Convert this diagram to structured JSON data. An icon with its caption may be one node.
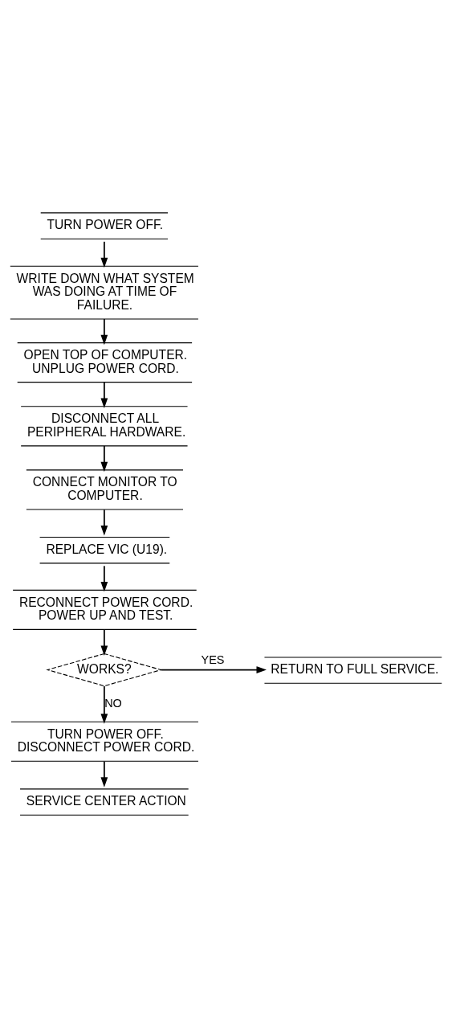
{
  "diagram": {
    "nodes": [
      {
        "text": [
          "TURN POWER OFF."
        ]
      },
      {
        "text": [
          "WRITE DOWN WHAT SYSTEM WAS DOING AT TIME OF FAILURE."
        ]
      },
      {
        "text": [
          "OPEN TOP OF COMPUTER. UNPLUG POWER CORD."
        ]
      },
      {
        "text": [
          "DISCONNECT ALL PERIPHERAL HARDWARE."
        ]
      },
      {
        "text": [
          "CONNECT MONITOR TO COMPUTER."
        ]
      },
      {
        "text": [
          "REPLACE VIC (U19)."
        ]
      },
      {
        "text": [
          "RECONNECT POWER CORD. POWER UP AND TEST."
        ]
      },
      {
        "text": [
          "WORKS?"
        ]
      },
      {
        "text": [
          "RETURN TO FULL SERVICE."
        ]
      },
      {
        "text": [
          "TURN POWER OFF. DISCONNECT POWER CORD."
        ]
      },
      {
        "text": [
          "SERVICE CENTER ACTION"
        ]
      }
    ],
    "edges": [
      {
        "from": 0,
        "to": 1,
        "arrow": "to"
      },
      {
        "from": 1,
        "to": 2,
        "arrow": "to"
      },
      {
        "from": 2,
        "to": 3,
        "arrow": "to"
      },
      {
        "from": 3,
        "to": 4,
        "arrow": "to"
      },
      {
        "from": 4,
        "to": 5,
        "arrow": "to"
      },
      {
        "from": 5,
        "to": 6,
        "arrow": "to"
      },
      {
        "from": 6,
        "to": 7,
        "arrow": "to"
      },
      {
        "from": 7,
        "to": 8,
        "label": "YES",
        "arrow": "to"
      },
      {
        "from": 7,
        "to": 9,
        "label": "NO",
        "arrow": "to"
      },
      {
        "from": 9,
        "to": 10,
        "arrow": "to"
      }
    ]
  }
}
